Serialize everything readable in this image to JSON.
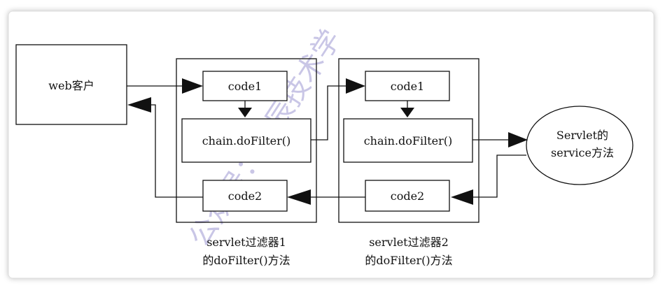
{
  "nodes": {
    "web_client": "web客户",
    "f1_code1": "code1",
    "f1_chain": "chain.doFilter()",
    "f1_code2": "code2",
    "f2_code1": "code1",
    "f2_chain": "chain.doFilter()",
    "f2_code2": "code2",
    "servlet_line1": "Servlet的",
    "servlet_line2": "service方法"
  },
  "captions": {
    "filter1_line1": "servlet过滤器1",
    "filter1_line2": "的doFilter()方法",
    "filter2_line1": "servlet过滤器2",
    "filter2_line2": "的doFilter()方法"
  },
  "watermark": "公众号：明辰技术学",
  "colors": {
    "line": "#111111",
    "panel_border": "#dddddd",
    "watermark": "#c9c6e6"
  }
}
